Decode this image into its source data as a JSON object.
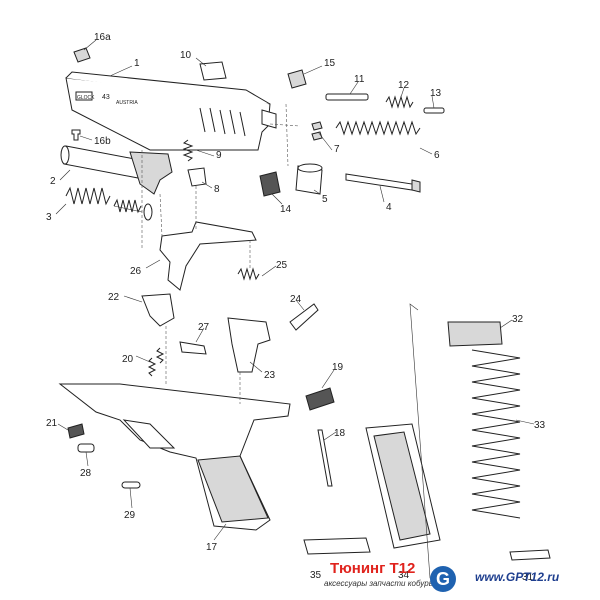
{
  "labels": {
    "p16a": "16a",
    "p1": "1",
    "p10": "10",
    "p15": "15",
    "p11": "11",
    "p12": "12",
    "p13": "13",
    "p16b": "16b",
    "p9": "9",
    "p7": "7",
    "p6": "6",
    "p2": "2",
    "p8": "8",
    "p5": "5",
    "p4": "4",
    "p3": "3",
    "p14": "14",
    "p26": "26",
    "p25": "25",
    "p22": "22",
    "p24": "24",
    "p27": "27",
    "p20": "20",
    "p23": "23",
    "p32": "32",
    "p19": "19",
    "p21": "21",
    "p18": "18",
    "p33": "33",
    "p28": "28",
    "p29": "29",
    "p17": "17",
    "p35": "35",
    "p34": "34",
    "p31": "31"
  },
  "slide_marks": {
    "brand": "GLOCK",
    "model": "43",
    "origin": "AUSTRIA"
  },
  "footer": {
    "brand": "Тюнинг Т12",
    "tagline": "аксессуары запчасти кобуры",
    "logo_letter": "G",
    "site": "www.GPT12.ru"
  },
  "colors": {
    "brand_red": "#e0231d",
    "logo_blue": "#1f62b0",
    "site_blue": "#1f3f8f"
  }
}
